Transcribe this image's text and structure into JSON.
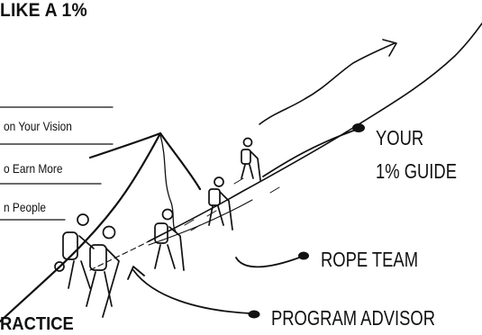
{
  "headline": "LIKE A 1%",
  "left_list": [
    "on Your Vision",
    "o Earn More",
    "n People"
  ],
  "bottom_heading": "RACTICE",
  "callouts": {
    "guide_line1": "YOUR",
    "guide_line2": "1% GUIDE",
    "rope_team": "ROPE TEAM",
    "advisor": "PROGRAM ADVISOR"
  }
}
